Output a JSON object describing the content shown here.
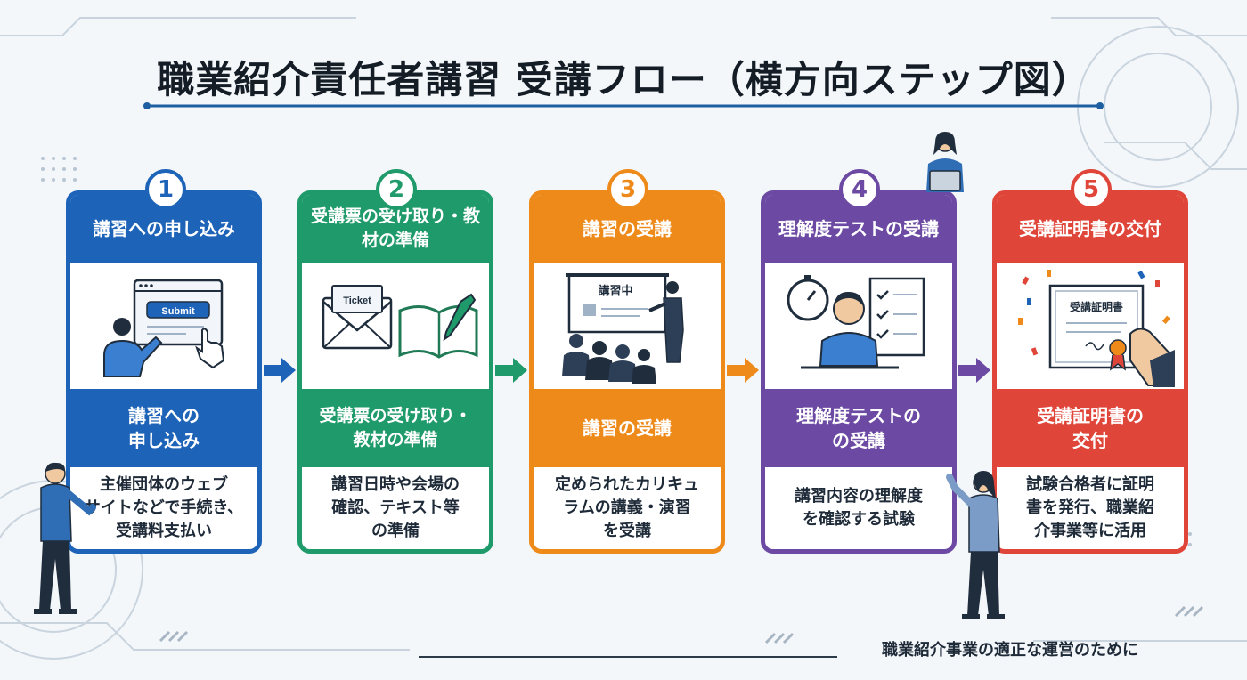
{
  "title": "職業紹介責任者講習 受講フロー（横方向ステップ図）",
  "colors": {
    "blue": "#1d63b8",
    "green": "#1f9a6a",
    "orange": "#ee8a1a",
    "purple": "#6c4aa3",
    "red": "#e0453a"
  },
  "steps": [
    {
      "number": "1",
      "heading": "講習への申し込み",
      "subheading": "講習への\n申し込み",
      "description": "主催団体のウェブ\nサイトなどで手続き、\n受講料支払い",
      "icon": "submit-screen-icon",
      "button_text": "Submit"
    },
    {
      "number": "2",
      "heading": "受講票の受け取り・教材の準備",
      "subheading": "受講票の受け取り・\n教材の準備",
      "description": "講習日時や会場の\n確認、テキスト等\nの準備",
      "icon": "ticket-book-icon",
      "ticket_text": "Ticket"
    },
    {
      "number": "3",
      "heading": "講習の受講",
      "subheading": "講習の受講",
      "description": "定められたカリキュ\nラムの講義・演習\nを受講",
      "icon": "lecture-icon",
      "board_text": "講習中"
    },
    {
      "number": "4",
      "heading": "理解度テストの受講",
      "subheading": "理解度テストの\nの受講",
      "description": "講習内容の理解度\nを確認する試験",
      "icon": "test-icon"
    },
    {
      "number": "5",
      "heading": "受講証明書の交付",
      "subheading": "受講証明書の\n交付",
      "description": "試験合格者に証明\n書を発行、職業紹\n介事業等に活用",
      "icon": "certificate-icon",
      "certificate_text": "受講証明書"
    }
  ],
  "footer": "職業紹介事業の適正な運営のために"
}
